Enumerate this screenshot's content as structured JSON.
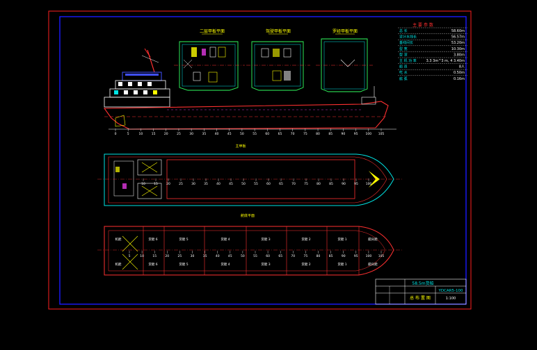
{
  "drawing": {
    "colors": {
      "background": "#000000",
      "frame": "#ff2020",
      "border": "#1a1aff",
      "outline": "#ff3030",
      "cyan": "#00e5e5",
      "yellow": "#ffff00",
      "white": "#ffffff",
      "green": "#30ff60",
      "magenta": "#ff40ff",
      "blue": "#4050ff"
    },
    "deck_plans": {
      "plan_1_title": "二层甲板平面",
      "plan_2_title": "驾驶甲板平面",
      "plan_3_title": "罗经甲板平面"
    },
    "specs": {
      "title": "主 要 参 数",
      "rows": [
        {
          "label": "总 长",
          "value": "58.60m"
        },
        {
          "label": "设计水线长",
          "value": "56.57m"
        },
        {
          "label": "垂线间长",
          "value": "53.20m"
        },
        {
          "label": "型 宽",
          "value": "10.30m"
        },
        {
          "label": "型 深",
          "value": "3.80m"
        },
        {
          "label": "主 机 功 率",
          "value": "3.3 3m^3 m, 4 3.40m"
        },
        {
          "label": "船 员",
          "value": "8人"
        },
        {
          "label": "吃 水",
          "value": "0.50m"
        },
        {
          "label": "舷 弧",
          "value": "0.16m"
        }
      ]
    },
    "profile": {
      "frame_numbers": [
        "0",
        "5",
        "10",
        "15",
        "20",
        "25",
        "30",
        "35",
        "40",
        "45",
        "50",
        "55",
        "60",
        "65",
        "70",
        "75",
        "80",
        "85",
        "90",
        "95",
        "100",
        "105"
      ]
    },
    "main_deck": {
      "title": "主甲板",
      "frame_numbers": [
        "10",
        "15",
        "20",
        "25",
        "30",
        "35",
        "40",
        "45",
        "50",
        "55",
        "60",
        "65",
        "70",
        "75",
        "80",
        "85",
        "90",
        "95",
        "100"
      ]
    },
    "hold_plan": {
      "title": "舱底平面",
      "compartment_labels": [
        "机舱",
        "货舱 6",
        "货舱 5",
        "货舱 4",
        "货舱 3",
        "货舱 2",
        "货舱 1",
        "艏尖舱"
      ],
      "frame_numbers": [
        "5",
        "10",
        "15",
        "20",
        "25",
        "30",
        "35",
        "40",
        "45",
        "50",
        "55",
        "60",
        "65",
        "70",
        "75",
        "80",
        "85",
        "90",
        "95",
        "100",
        "105"
      ]
    },
    "title_block": {
      "header": "58.5m货船",
      "drawing_no": "YDCAR5-100",
      "drawing_title": "总 布 置 图",
      "scale": "1:100"
    }
  }
}
